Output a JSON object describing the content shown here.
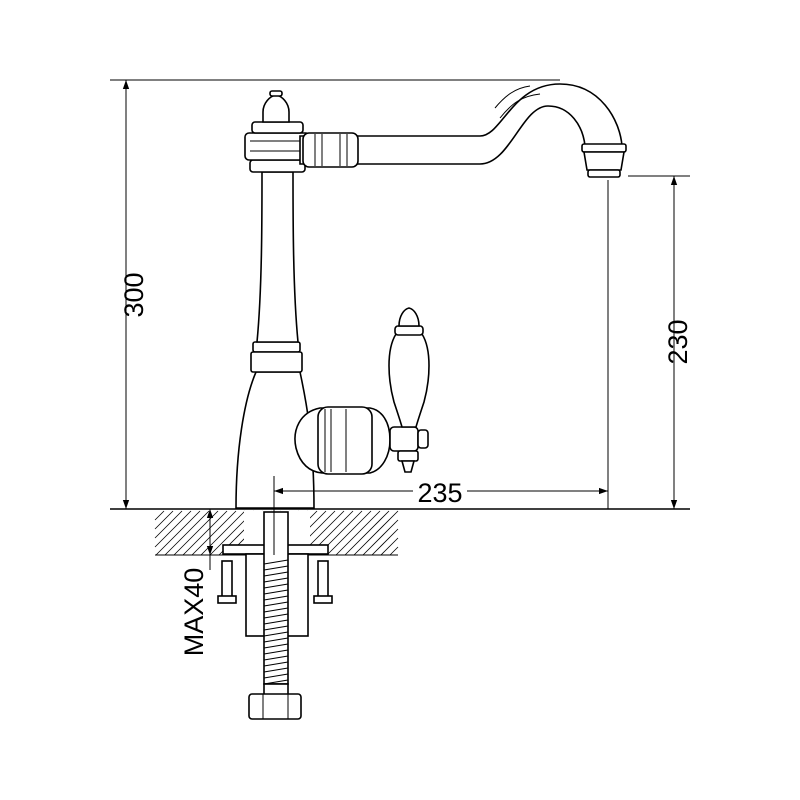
{
  "dimensions": {
    "total_height": "300",
    "spout_height": "230",
    "spout_reach": "235",
    "max_thickness": "MAX40"
  },
  "colors": {
    "line": "#000000",
    "background": "#ffffff"
  }
}
